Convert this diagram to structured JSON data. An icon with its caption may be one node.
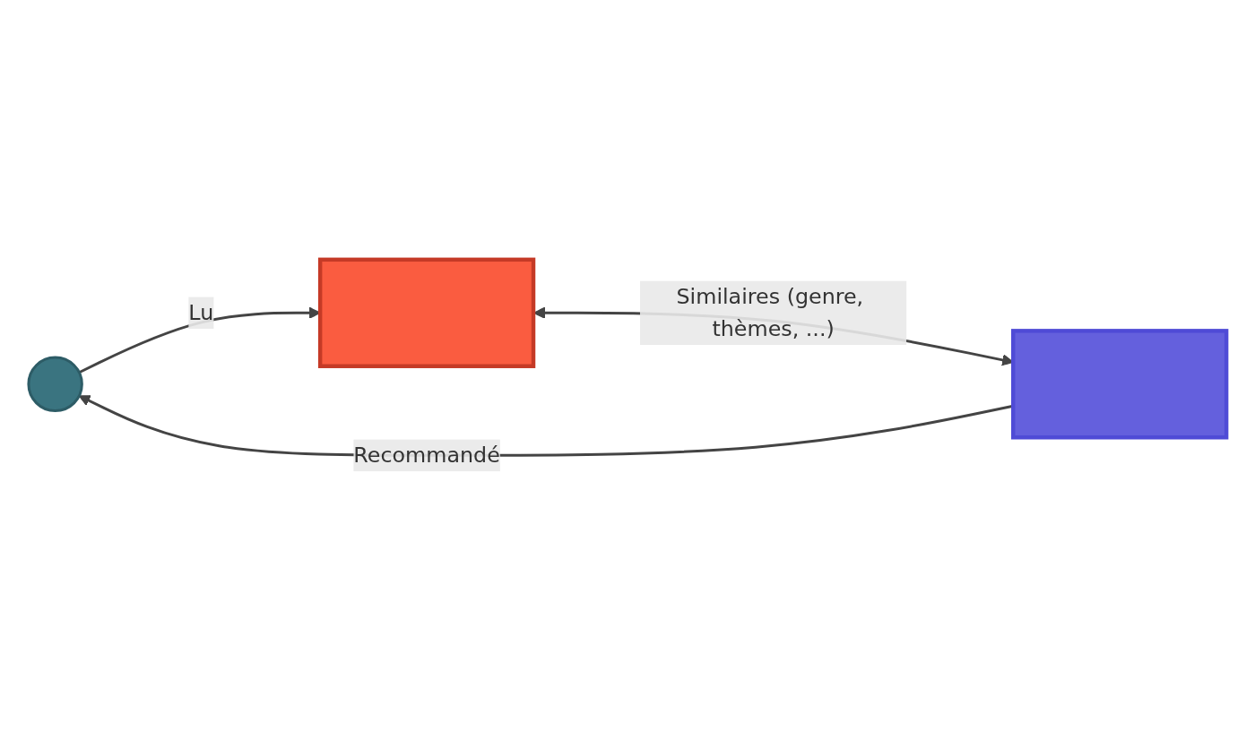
{
  "diagram": {
    "nodes": [
      {
        "text": [],
        "shape": "person"
      },
      {
        "text": [],
        "shape": "box"
      },
      {
        "text": [],
        "shape": "box"
      }
    ],
    "edges": [
      {
        "from": 0,
        "to": 1,
        "arrow": "to",
        "label": "Lu"
      },
      {
        "from": 2,
        "to": 0,
        "arrow": "to",
        "label": "Recommandé"
      },
      {
        "from": 1,
        "to": 2,
        "arrow": "both",
        "label": "Similaires (genre, thèmes, ...)"
      }
    ]
  }
}
